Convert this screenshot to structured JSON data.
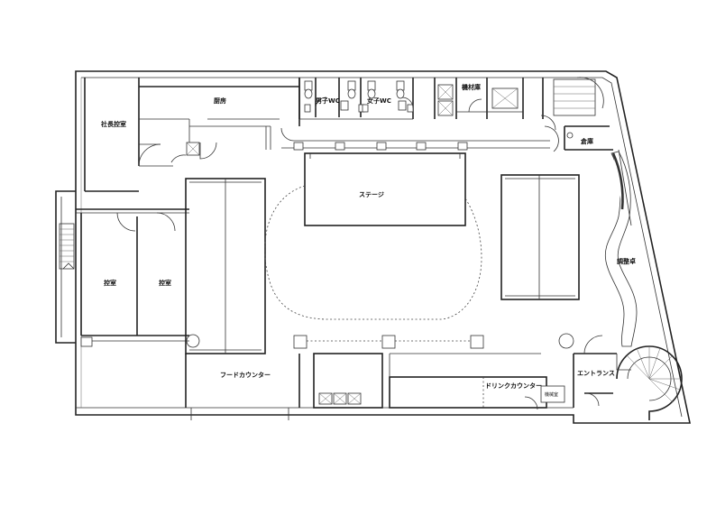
{
  "rooms": {
    "president_room": "社長控室",
    "kitchen": "厨房",
    "mens_wc": "男子WC",
    "womens_wc": "女子WC",
    "equipment_room": "機材庫",
    "storage": "倉庫",
    "stage": "ステージ",
    "control_desk": "調整卓",
    "waiting_room_1": "控室",
    "waiting_room_2": "控室",
    "food_counter": "フードカウンター",
    "drink_counter": "ドリンクカウンター",
    "small_room": "機械室",
    "entrance": "エントランス"
  }
}
